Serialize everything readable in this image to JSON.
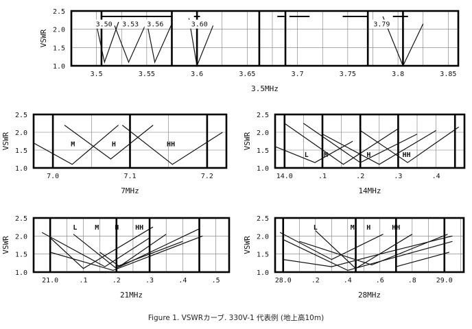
{
  "caption": "Figure 1. VSWRカーブ. 330V-1 代表例 (地上高10m)",
  "chart_data": [
    {
      "type": "line",
      "id": "35",
      "title": "3.5MHz",
      "ylabel": "VSWR",
      "xlim": [
        3.475,
        3.86
      ],
      "ylim": [
        1.0,
        2.5
      ],
      "yticks": [
        "2.5",
        "2.0",
        "1.5",
        "1.0"
      ],
      "xticks": [
        {
          "v": 3.5,
          "label": "3.5"
        },
        {
          "v": 3.55,
          "label": "3.55"
        },
        {
          "v": 3.6,
          "label": "3.6"
        },
        {
          "v": 3.65,
          "label": "3.65"
        },
        {
          "v": 3.7,
          "label": "3.7"
        },
        {
          "v": 3.75,
          "label": "3.75"
        },
        {
          "v": 3.8,
          "label": "3.8"
        },
        {
          "v": 3.85,
          "label": "3.85"
        }
      ],
      "grid_x": [
        3.5,
        3.525,
        3.55,
        3.575,
        3.6,
        3.625,
        3.65,
        3.675,
        3.7,
        3.725,
        3.75,
        3.775,
        3.8,
        3.825,
        3.85
      ],
      "band_edges": [
        3.505,
        3.575,
        3.6,
        3.662,
        3.688,
        3.77,
        3.805
      ],
      "tbar_y": 2.35,
      "tbars": [
        [
          3.505,
          3.575
        ],
        [
          3.597,
          3.603
        ],
        [
          3.68,
          3.687
        ],
        [
          3.692,
          3.712
        ],
        [
          3.745,
          3.77
        ],
        [
          3.795,
          3.81
        ]
      ],
      "series": [
        {
          "label": "3.50",
          "label_pos": [
            3.5075,
            2.15
          ],
          "points": [
            [
              3.5,
              2.12
            ],
            [
              3.508,
              1.1
            ],
            [
              3.522,
              2.2
            ]
          ]
        },
        {
          "label": "3.53",
          "label_pos": [
            3.5338,
            2.15
          ],
          "points": [
            [
              3.518,
              2.1
            ],
            [
              3.532,
              1.1
            ],
            [
              3.55,
              2.2
            ]
          ]
        },
        {
          "label": "3.56",
          "label_pos": [
            3.5585,
            2.15
          ],
          "points": [
            [
              3.55,
              2.2
            ],
            [
              3.558,
              1.1
            ],
            [
              3.575,
              2.15
            ]
          ]
        },
        {
          "label": "3.60",
          "label_pos": [
            3.6025,
            2.15
          ],
          "points": [
            [
              3.592,
              2.3
            ],
            [
              3.6,
              1.0
            ],
            [
              3.616,
              2.1
            ]
          ]
        },
        {
          "label": "3.79",
          "label_pos": [
            3.7838,
            2.15
          ],
          "points": [
            [
              3.785,
              2.35
            ],
            [
              3.805,
              1.0
            ],
            [
              3.825,
              2.15
            ]
          ]
        }
      ]
    },
    {
      "type": "line",
      "id": "7",
      "title": "7MHz",
      "ylabel": "VSWR",
      "xlim": [
        6.975,
        7.225
      ],
      "ylim": [
        1.0,
        2.5
      ],
      "yticks": [
        "2.5",
        "2.0",
        "1.5",
        "1.0"
      ],
      "xticks": [
        {
          "v": 7.0,
          "label": "7.0"
        },
        {
          "v": 7.1,
          "label": "7.1"
        },
        {
          "v": 7.2,
          "label": "7.2"
        }
      ],
      "grid_x": [
        7.0,
        7.05,
        7.1,
        7.15,
        7.2
      ],
      "band_edges": [
        7.0,
        7.1,
        7.2
      ],
      "series": [
        {
          "label": "",
          "points": [
            [
              6.975,
              1.7
            ],
            [
              7.025,
              1.1
            ],
            [
              7.085,
              2.2
            ]
          ]
        },
        {
          "label": "M",
          "label_pos": [
            7.026,
            1.68
          ],
          "points": [
            [
              7.015,
              2.2
            ],
            [
              7.075,
              1.25
            ],
            [
              7.13,
              2.2
            ]
          ]
        },
        {
          "label": "H",
          "label_pos": [
            7.079,
            1.68
          ],
          "points": [
            [
              7.09,
              2.2
            ],
            [
              7.155,
              1.1
            ],
            [
              7.22,
              2.0
            ]
          ]
        },
        {
          "label": "HH",
          "label_pos": [
            7.153,
            1.68
          ],
          "points": []
        }
      ]
    },
    {
      "type": "line",
      "id": "14",
      "title": "14MHz",
      "ylabel": "VSWR",
      "xlim": [
        13.975,
        14.475
      ],
      "ylim": [
        1.0,
        2.5
      ],
      "yticks": [
        "2.5",
        "2.0",
        "1.5",
        "1.0"
      ],
      "xticks": [
        {
          "v": 14.0,
          "label": "14.0"
        },
        {
          "v": 14.1,
          "label": ".1"
        },
        {
          "v": 14.2,
          "label": ".2"
        },
        {
          "v": 14.3,
          "label": ".3"
        },
        {
          "v": 14.4,
          "label": ".4"
        }
      ],
      "grid_x": [
        14.0,
        14.05,
        14.1,
        14.15,
        14.2,
        14.25,
        14.3,
        14.35,
        14.4
      ],
      "band_edges": [
        14.0,
        14.1,
        14.2,
        14.3,
        14.45
      ],
      "series": [
        {
          "label": "L",
          "label_pos": [
            14.058,
            1.38
          ],
          "points": [
            [
              13.975,
              1.6
            ],
            [
              14.08,
              1.15
            ],
            [
              14.18,
              1.75
            ]
          ]
        },
        {
          "label": "M",
          "label_pos": [
            14.109,
            1.38
          ],
          "points": [
            [
              14.0,
              2.25
            ],
            [
              14.155,
              1.1
            ],
            [
              14.3,
              2.1
            ]
          ]
        },
        {
          "label": "H",
          "label_pos": [
            14.222,
            1.38
          ],
          "points": [
            [
              14.05,
              2.25
            ],
            [
              14.2,
              1.15
            ],
            [
              14.35,
              1.95
            ]
          ]
        },
        {
          "label": "HH",
          "label_pos": [
            14.322,
            1.38
          ],
          "points": [
            [
              14.1,
              1.95
            ],
            [
              14.25,
              1.1
            ],
            [
              14.4,
              2.05
            ]
          ]
        },
        {
          "label": "",
          "points": [
            [
              14.2,
              2.05
            ],
            [
              14.325,
              1.15
            ],
            [
              14.46,
              2.15
            ]
          ]
        }
      ]
    },
    {
      "type": "line",
      "id": "21",
      "title": "21MHz",
      "ylabel": "VSWR",
      "xlim": [
        20.95,
        21.54
      ],
      "ylim": [
        1.0,
        2.5
      ],
      "yticks": [
        "2.5",
        "2.0",
        "1.5",
        "1.0"
      ],
      "xticks": [
        {
          "v": 21.0,
          "label": "21.0"
        },
        {
          "v": 21.1,
          "label": ".1"
        },
        {
          "v": 21.2,
          "label": ".2"
        },
        {
          "v": 21.3,
          "label": ".3"
        },
        {
          "v": 21.4,
          "label": ".4"
        },
        {
          "v": 21.5,
          "label": ".5"
        }
      ],
      "grid_x": [
        21.05,
        21.1,
        21.15,
        21.2,
        21.25,
        21.3,
        21.35,
        21.4,
        21.45,
        21.5
      ],
      "band_edges": [
        21.0,
        21.2,
        21.3,
        21.45
      ],
      "series": [
        {
          "label": "L",
          "label_pos": [
            21.075,
            2.25
          ],
          "points": [
            [
              20.975,
              2.1
            ],
            [
              21.165,
              1.15
            ],
            [
              21.3,
              1.95
            ]
          ]
        },
        {
          "label": "M",
          "label_pos": [
            21.141,
            2.25
          ],
          "points": [
            [
              21.07,
              2.05
            ],
            [
              21.2,
              1.1
            ],
            [
              21.35,
              2.05
            ]
          ]
        },
        {
          "label": "H",
          "label_pos": [
            21.201,
            2.25
          ],
          "points": [
            [
              21.15,
              1.55
            ],
            [
              21.21,
              1.15
            ],
            [
              21.45,
              2.2
            ]
          ]
        },
        {
          "label": "HH",
          "label_pos": [
            21.269,
            2.25
          ],
          "points": [
            [
              21.0,
              1.55
            ],
            [
              21.19,
              1.05
            ],
            [
              21.46,
              2.0
            ]
          ]
        },
        {
          "label": "",
          "points": [
            [
              21.0,
              1.95
            ],
            [
              21.1,
              1.1
            ],
            [
              21.31,
              2.25
            ]
          ]
        },
        {
          "label": "",
          "points": [
            [
              21.2,
              1.15
            ],
            [
              21.4,
              1.85
            ]
          ]
        }
      ]
    },
    {
      "type": "line",
      "id": "28",
      "title": "28MHz",
      "ylabel": "VSWR",
      "xlim": [
        27.95,
        29.12
      ],
      "ylim": [
        1.0,
        2.5
      ],
      "yticks": [
        "2.5",
        "2.0",
        "1.5",
        "1.0"
      ],
      "xticks": [
        {
          "v": 28.0,
          "label": "28.0"
        },
        {
          "v": 28.2,
          "label": ".2"
        },
        {
          "v": 28.4,
          "label": ".4"
        },
        {
          "v": 28.6,
          "label": ".6"
        },
        {
          "v": 28.8,
          "label": ".8"
        },
        {
          "v": 29.0,
          "label": "29.0"
        }
      ],
      "grid_x": [
        28.0,
        28.1,
        28.2,
        28.3,
        28.4,
        28.5,
        28.6,
        28.7,
        28.8,
        28.9,
        29.0,
        29.1
      ],
      "band_edges": [
        28.0,
        28.45,
        28.7,
        29.0
      ],
      "series": [
        {
          "label": "L",
          "label_pos": [
            28.2,
            2.25
          ],
          "points": [
            [
              27.98,
              2.1
            ],
            [
              28.3,
              1.35
            ],
            [
              28.62,
              2.05
            ]
          ]
        },
        {
          "label": "M",
          "label_pos": [
            28.43,
            2.25
          ],
          "points": [
            [
              28.2,
              2.15
            ],
            [
              28.45,
              1.1
            ],
            [
              28.8,
              2.05
            ]
          ]
        },
        {
          "label": "H",
          "label_pos": [
            28.53,
            2.25
          ],
          "points": [
            [
              28.1,
              1.85
            ],
            [
              28.55,
              1.2
            ],
            [
              29.02,
              2.05
            ]
          ]
        },
        {
          "label": "HH",
          "label_pos": [
            28.7,
            2.25
          ],
          "points": [
            [
              28.0,
              1.9
            ],
            [
              28.4,
              1.05
            ],
            [
              29.05,
              1.85
            ]
          ]
        },
        {
          "label": "",
          "points": [
            [
              28.7,
              1.15
            ],
            [
              29.03,
              1.55
            ]
          ]
        },
        {
          "label": "",
          "points": [
            [
              28.0,
              1.35
            ],
            [
              28.3,
              1.15
            ],
            [
              28.6,
              1.5
            ],
            [
              29.05,
              2.0
            ]
          ]
        }
      ]
    }
  ]
}
